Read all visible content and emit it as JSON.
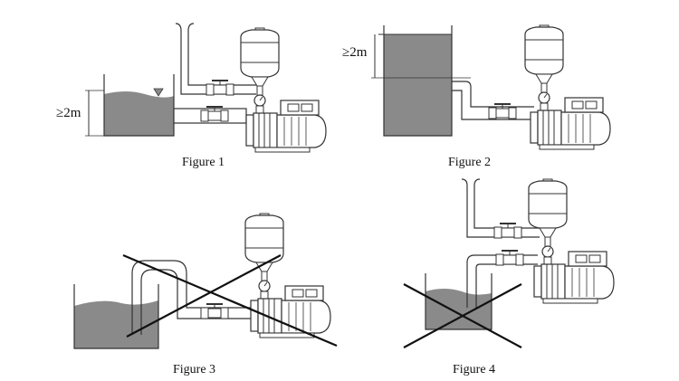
{
  "figures": [
    {
      "caption": "Figure 1",
      "height_label": "≥2m",
      "valid": true
    },
    {
      "caption": "Figure 2",
      "height_label": "≥2m",
      "valid": true
    },
    {
      "caption": "Figure 3",
      "valid": false
    },
    {
      "caption": "Figure 4",
      "valid": false
    }
  ],
  "colors": {
    "water": "#8a8a8a",
    "line": "#333333",
    "paper": "#ffffff",
    "cross": "#111111"
  }
}
